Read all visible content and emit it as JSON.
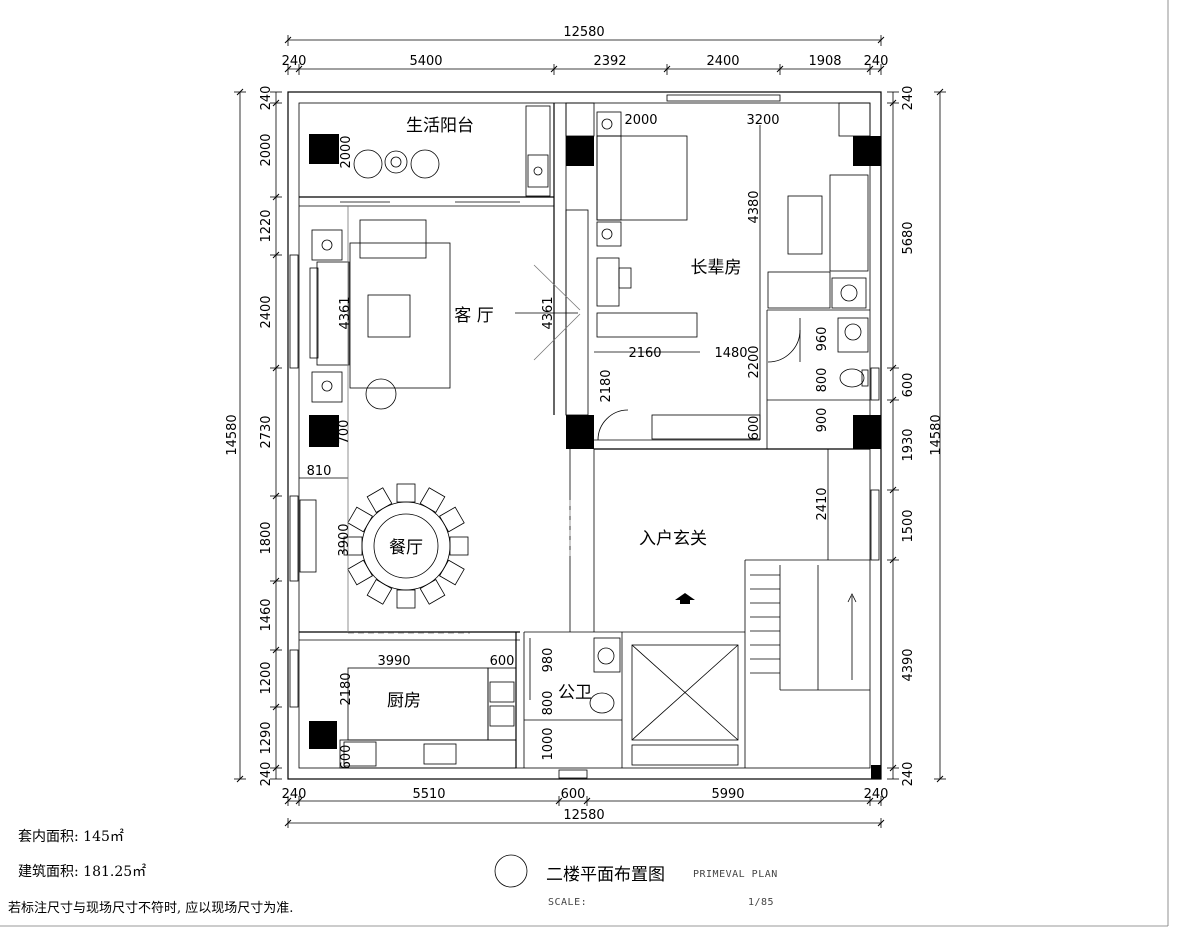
{
  "dimensions": {
    "top_total": "12580",
    "top": [
      "240",
      "5400",
      "2392",
      "2400",
      "1908",
      "240"
    ],
    "bottom_total": "12580",
    "bottom": [
      "240",
      "5510",
      "600",
      "5990",
      "240"
    ],
    "left_total": "14580",
    "left": [
      "240",
      "2000",
      "1220",
      "2400",
      "2730",
      "1800",
      "1460",
      "1200",
      "1290",
      "240"
    ],
    "right_total": "14580",
    "right": [
      "240",
      "5680",
      "600",
      "1930",
      "1500",
      "4390",
      "240"
    ]
  },
  "interior_dims": {
    "balcony_depth": "2000",
    "bedroom_w1": "2000",
    "bedroom_w2": "3200",
    "bedroom_depth": "4380",
    "living_left": "4361",
    "living_right": "4361",
    "wardrobe_w": "2160",
    "wardrobe_w2": "1480",
    "bath_h": "2200",
    "bath_sink": "960",
    "bath_wc": "800",
    "bath_shower": "900",
    "wardrobe_low": "600",
    "corridor": "2180",
    "wall_700": "700",
    "dining_offset": "810",
    "dining_depth": "3900",
    "entry_depth": "2410",
    "kitchen_w": "3990",
    "kitchen_counter": "600",
    "kitchen_depth": "2180",
    "kitchen_low": "600",
    "pub_sink": "980",
    "pub_wc": "800",
    "pub_shower": "1000"
  },
  "rooms": {
    "balcony": "生活阳台",
    "living": "客 厅",
    "elder_bedroom": "长辈房",
    "dining": "餐厅",
    "entrance": "入户玄关",
    "kitchen": "厨房",
    "public_bath": "公卫"
  },
  "info": {
    "inner_area": "套内面积: 145㎡",
    "building_area": "建筑面积: 181.25㎡",
    "note": "若标注尺寸与现场尺寸不符时, 应以现场尺寸为准."
  },
  "title_block": {
    "title": "二楼平面布置图",
    "subtitle": "PRIMEVAL PLAN",
    "scale_label": "SCALE:",
    "scale_value": "1/85"
  },
  "style": {
    "line_color": "#000000",
    "column_color": "#000000",
    "background": "#ffffff"
  }
}
